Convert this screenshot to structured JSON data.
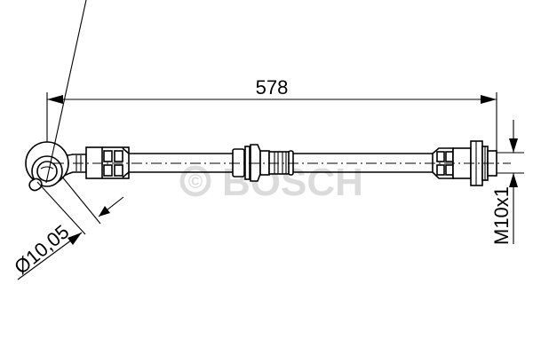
{
  "drawing": {
    "type": "brake-hose-technical-drawing",
    "dimensions": {
      "length": "578",
      "diameter": "Ø10,05",
      "thread": "M10x1"
    },
    "watermark": {
      "copyright_symbol": "©",
      "brand": "BOSCH"
    },
    "colors": {
      "line": "#000000",
      "background": "#ffffff",
      "watermark": "#d0d0d0"
    }
  }
}
